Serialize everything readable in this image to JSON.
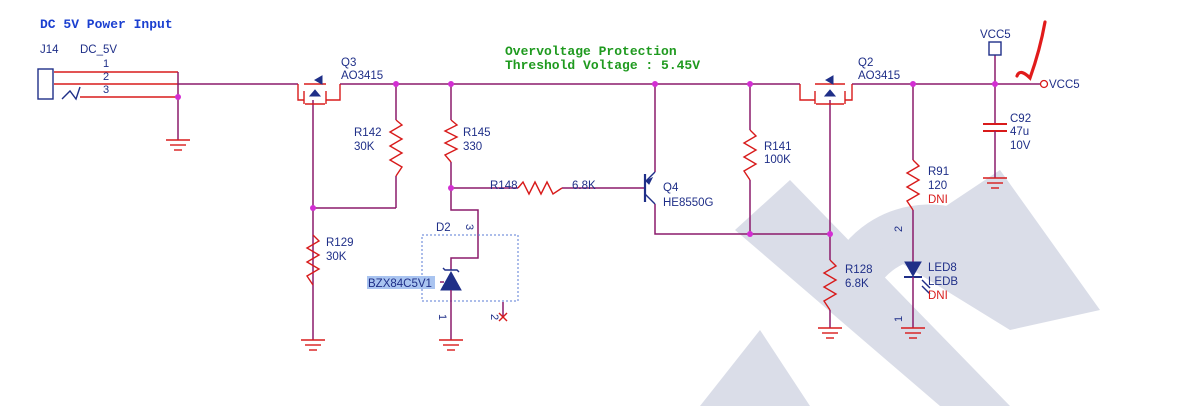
{
  "title": "DC 5V Power Input",
  "annotation": {
    "line1": "Overvoltage Protection",
    "line2": "Threshold Voltage : 5.45V"
  },
  "connector": {
    "ref": "J14",
    "value": "DC_5V",
    "pins": [
      "1",
      "2",
      "3"
    ]
  },
  "q3": {
    "ref": "Q3",
    "value": "AO3415"
  },
  "q2": {
    "ref": "Q2",
    "value": "AO3415"
  },
  "q4": {
    "ref": "Q4",
    "value": "HE8550G"
  },
  "r142": {
    "ref": "R142",
    "value": "30K"
  },
  "r145": {
    "ref": "R145",
    "value": "330"
  },
  "r148": {
    "ref": "R148",
    "value": "6.8K"
  },
  "r141": {
    "ref": "R141",
    "value": "100K"
  },
  "r129": {
    "ref": "R129",
    "value": "30K"
  },
  "r128": {
    "ref": "R128",
    "value": "6.8K"
  },
  "r91": {
    "ref": "R91",
    "value": "120",
    "note": "DNI"
  },
  "d2": {
    "ref": "D2",
    "value": "BZX84C5V1",
    "pins": [
      "3",
      "1",
      "2"
    ]
  },
  "led8": {
    "ref": "LED8",
    "value": "LEDB",
    "note": "DNI",
    "pins": [
      "2",
      "1"
    ]
  },
  "c92": {
    "ref": "C92",
    "value": "47u",
    "voltage": "10V"
  },
  "vcc_port": "VCC5",
  "vcc_net": "VCC5",
  "colors": {
    "wire": "#8b1a6b",
    "symbol": "#d81b1b",
    "label": "#1f2f88",
    "title": "#1a3fd0",
    "annotation": "#1f9a1f",
    "junction": "#d32ed3",
    "watermark": "#dadde8"
  }
}
